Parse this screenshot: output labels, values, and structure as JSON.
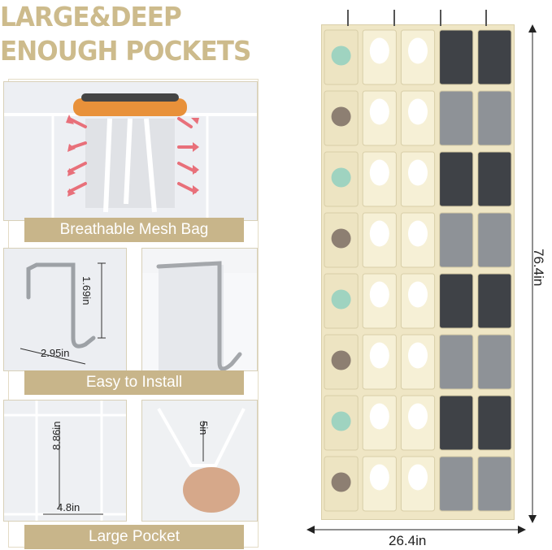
{
  "headline": {
    "line1": "LARGE&DEEP",
    "line2": "ENOUGH POCKETS"
  },
  "panels": {
    "mesh": {
      "caption": "Breathable Mesh Bag"
    },
    "install": {
      "caption": "Easy to Install",
      "height": "1.69in",
      "width": "2.95in"
    },
    "pocket": {
      "caption": "Large Pocket",
      "height": "8.86in",
      "width": "4.8in",
      "depth": "5in"
    }
  },
  "organizer": {
    "height_label": "76.4in",
    "width_label": "26.4in"
  },
  "colors": {
    "accent": "#c8b58a",
    "headline": "#cdbb8c",
    "organizer": "#efe6c5",
    "arrow": "#e8707a"
  }
}
